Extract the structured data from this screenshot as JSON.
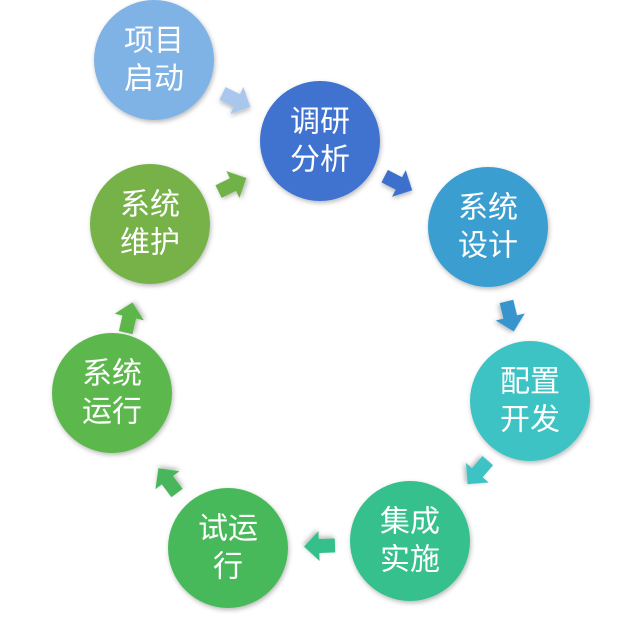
{
  "nodes": [
    {
      "lines": [
        "项目",
        "启动"
      ],
      "color": "#7fb2e5"
    },
    {
      "lines": [
        "调研",
        "分析"
      ],
      "color": "#3f72cf"
    },
    {
      "lines": [
        "系统",
        "设计"
      ],
      "color": "#3a9ed0"
    },
    {
      "lines": [
        "配置",
        "开发"
      ],
      "color": "#3cc3c4"
    },
    {
      "lines": [
        "集成",
        "实施"
      ],
      "color": "#35c08e"
    },
    {
      "lines": [
        "试运",
        "行"
      ],
      "color": "#47b95a"
    },
    {
      "lines": [
        "系统",
        "运行"
      ],
      "color": "#5bb74d"
    },
    {
      "lines": [
        "系统",
        "维护"
      ],
      "color": "#77b24a"
    }
  ],
  "arrows": [
    {
      "from": 0,
      "to": 1,
      "color": "#a9c7ec"
    },
    {
      "from": 1,
      "to": 2,
      "color": "#3e6fcd"
    },
    {
      "from": 2,
      "to": 3,
      "color": "#3894cd"
    },
    {
      "from": 3,
      "to": 4,
      "color": "#3cc3c4"
    },
    {
      "from": 4,
      "to": 5,
      "color": "#35bf8a"
    },
    {
      "from": 5,
      "to": 6,
      "color": "#4ab65c"
    },
    {
      "from": 6,
      "to": 7,
      "color": "#5cb64a"
    },
    {
      "from": 7,
      "to": 1,
      "color": "#6fb247"
    }
  ]
}
